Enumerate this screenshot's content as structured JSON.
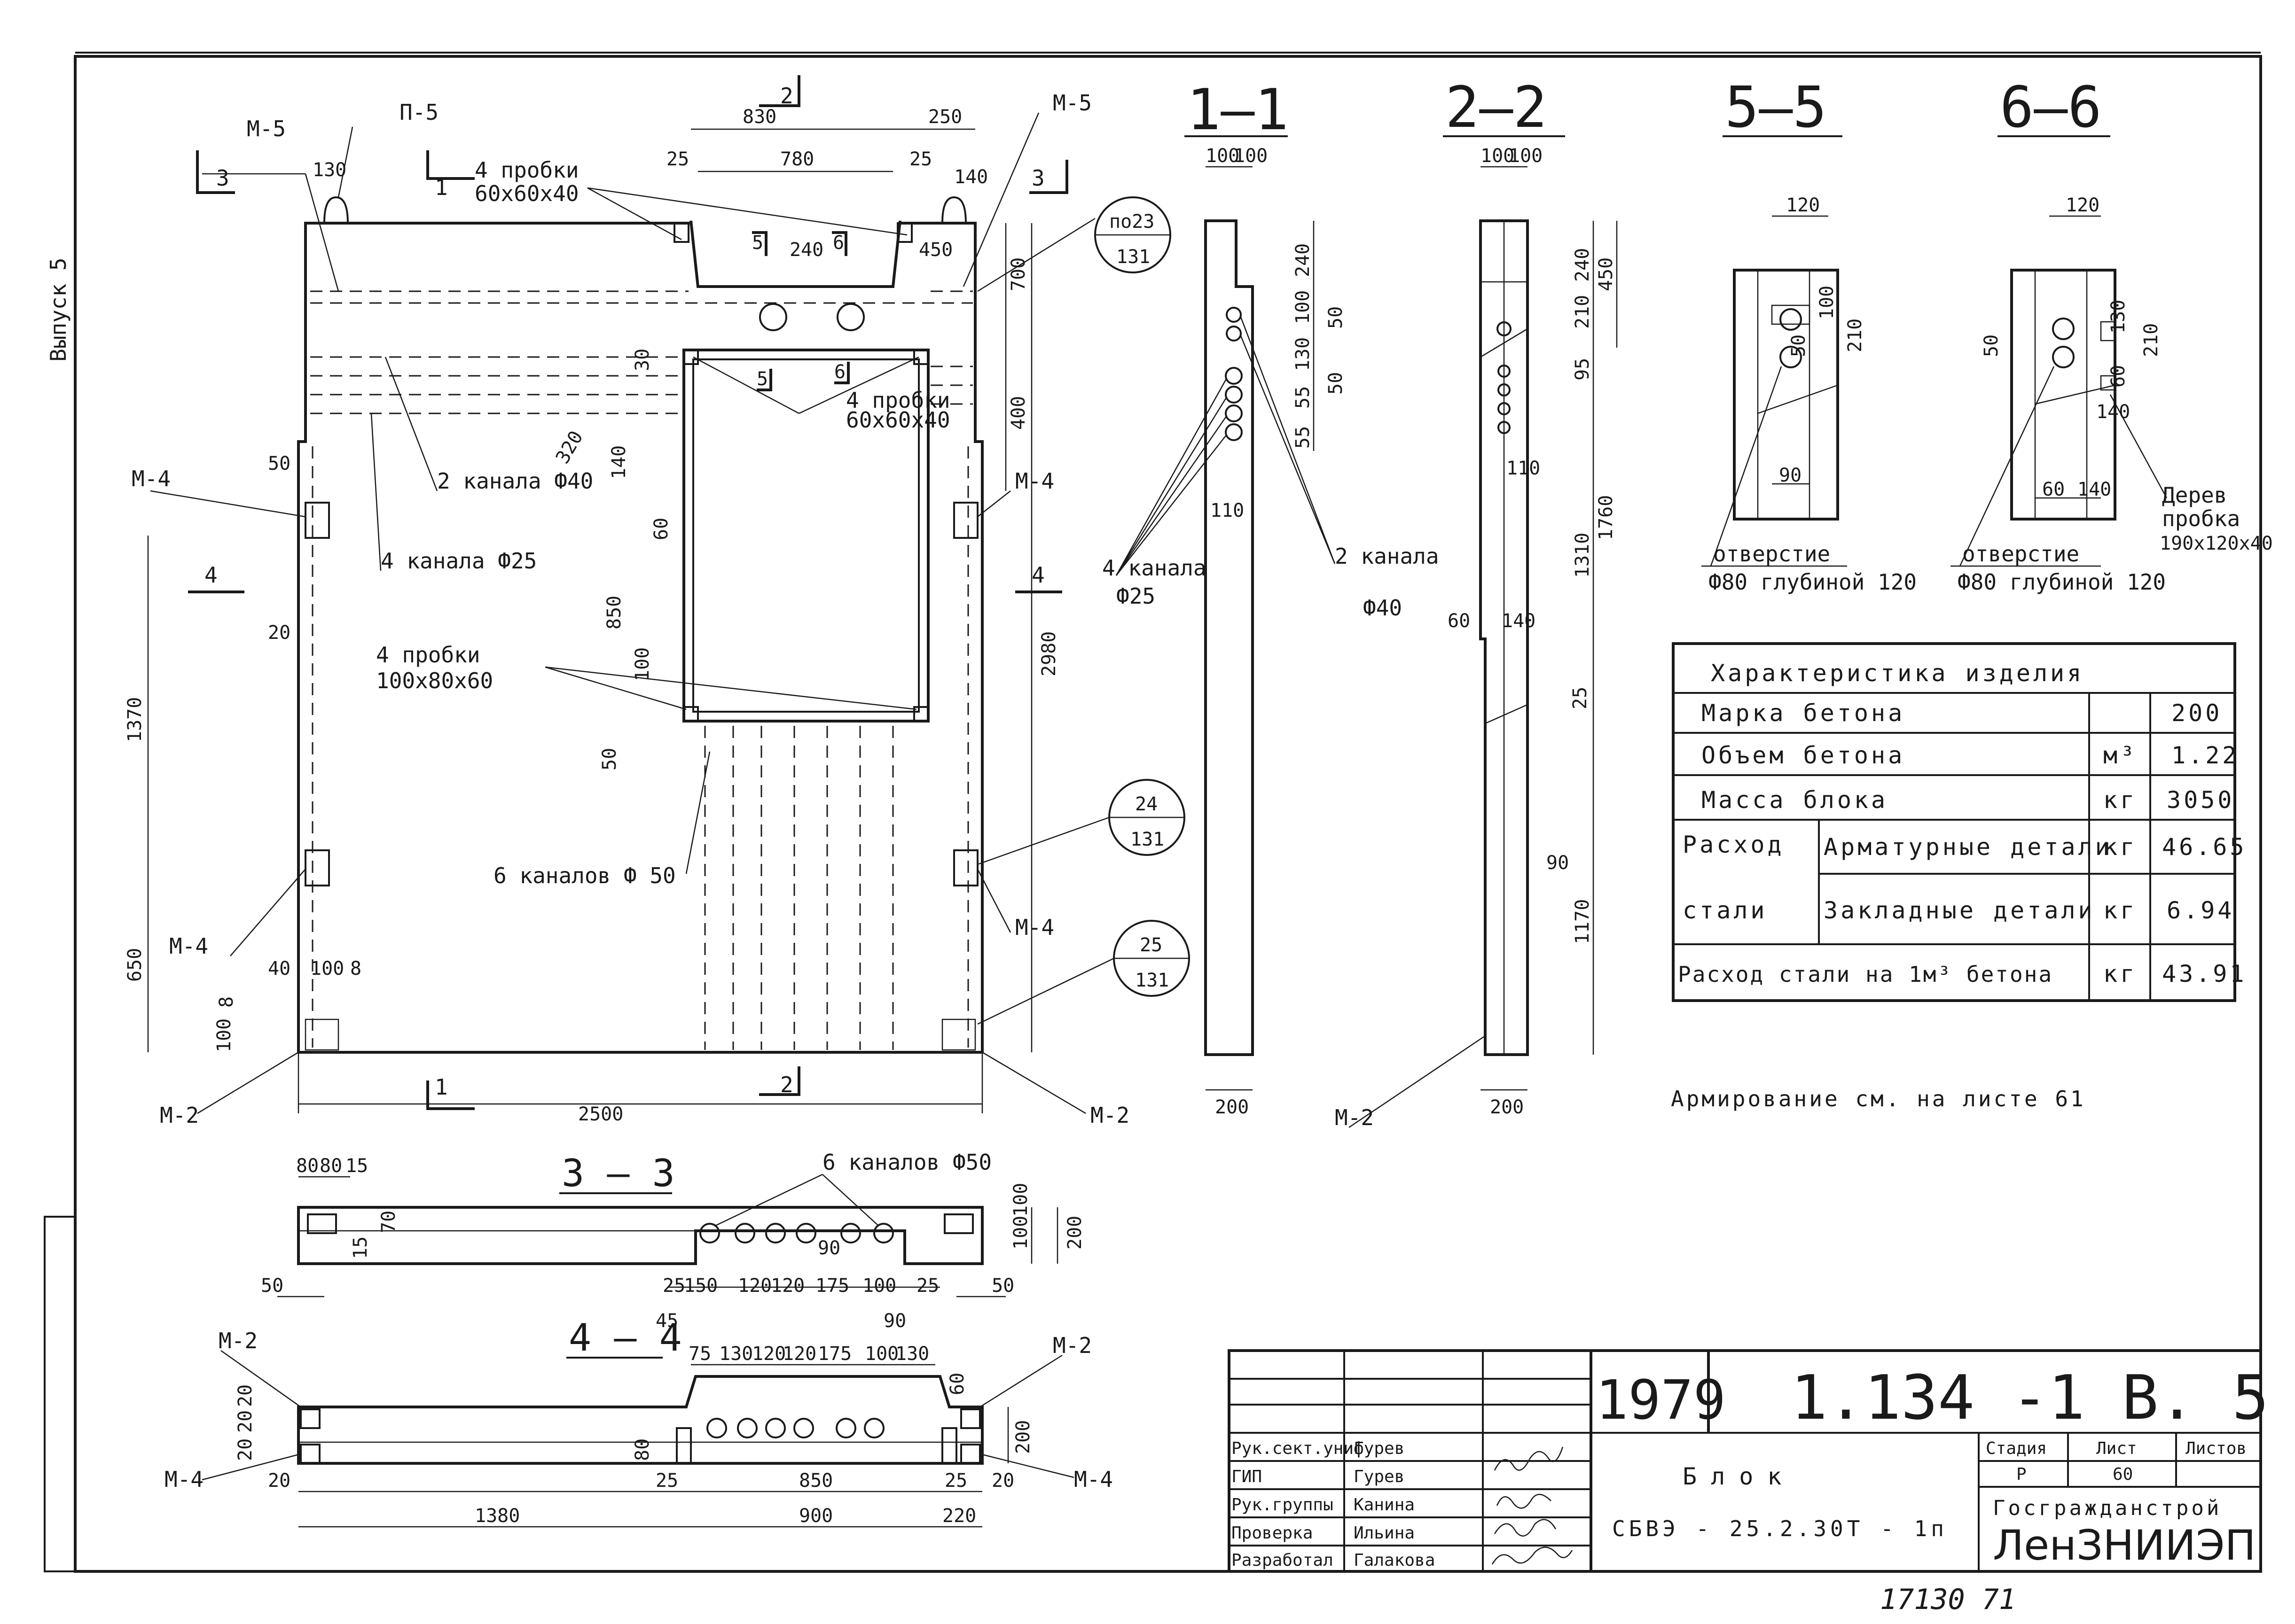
{
  "side_label": "Выпуск 5",
  "sections": {
    "s11": "1—1",
    "s22": "2—2",
    "s55": "5—5",
    "s66": "6—6",
    "s33": "3 — 3",
    "s44": "4 — 4"
  },
  "cut_marks": {
    "c1": "1",
    "c2": "2",
    "c3": "3",
    "c4": "4",
    "c5": "5",
    "c6": "6"
  },
  "elevation": {
    "dims_top": [
      "830",
      "250",
      "780",
      "25",
      "25",
      "140",
      "240",
      "450",
      "130"
    ],
    "dims_right": [
      "700",
      "400",
      "2980"
    ],
    "dims_left": [
      "1370",
      "650",
      "100",
      "8"
    ],
    "dims_bottom": [
      "2500"
    ],
    "dims_misc": [
      "50",
      "20",
      "40",
      "100",
      "8",
      "60",
      "850",
      "100",
      "50",
      "320",
      "140",
      "30"
    ],
    "labels": {
      "m5_left": "М-5",
      "p5": "П-5",
      "m5_right": "М-5",
      "m4_a": "М-4",
      "m4_b": "М-4",
      "m4_c": "М-4",
      "m4_d": "М-4",
      "m2_left": "М-2",
      "m2_right": "М-2",
      "plugs_top": "4 пробки",
      "plugs_top_size": "60х60х40",
      "plugs_mid": "4 пробки",
      "plugs_mid_size": "60х60х40",
      "plugs_low": "4 пробки",
      "plugs_low_size": "100х80х60",
      "ch_40": "2 канала Ф40",
      "ch_25": "4 канала Ф25",
      "ch_50": "6 каналов Ф 50"
    },
    "callouts": [
      {
        "top": "по23",
        "bottom": "131"
      },
      {
        "top": "24",
        "bottom": "131"
      },
      {
        "top": "25",
        "bottom": "131"
      }
    ]
  },
  "section11": {
    "dims": [
      "100",
      "100",
      "240",
      "100",
      "130",
      "55",
      "55",
      "110",
      "50",
      "50",
      "200"
    ],
    "label_25": "4 канала",
    "label_25b": "Ф25",
    "label_40": "2 канала",
    "label_40b": "Ф40"
  },
  "section22": {
    "dims": [
      "100",
      "100",
      "240",
      "450",
      "210",
      "95",
      "110",
      "1310",
      "1760",
      "60",
      "140",
      "25",
      "90",
      "1170",
      "200"
    ],
    "m2": "М-2"
  },
  "section55": {
    "dims": [
      "120",
      "100",
      "210",
      "50",
      "90"
    ],
    "note1": "отверстие",
    "note2": "Ф80 глубиной 120"
  },
  "section66": {
    "dims": [
      "120",
      "50",
      "130",
      "210",
      "60",
      "140",
      "60",
      "140"
    ],
    "note1": "отверстие",
    "note2": "Ф80 глубиной 120",
    "plug1": "Дерев",
    "plug2": "пробка",
    "plug3": "190х120х40"
  },
  "characteristics": {
    "title": "Характеристика изделия",
    "rows": [
      {
        "label": "Марка бетона",
        "unit": "",
        "value": "200"
      },
      {
        "label": "Объем бетона",
        "unit": "м³",
        "value": "1.22"
      },
      {
        "label": "Масса блока",
        "unit": "кг",
        "value": "3050"
      }
    ],
    "steel_label1": "Расход",
    "steel_label2": "стали",
    "steel_rows": [
      {
        "label": "Арматурные детали",
        "unit": "кг",
        "value": "46.65"
      },
      {
        "label": "Закладные детали",
        "unit": "кг",
        "value": "6.94"
      }
    ],
    "per_m3": {
      "label": "Расход стали на 1м³ бетона",
      "unit": "кг",
      "value": "43.91"
    }
  },
  "reinforcement_note": "Армирование см. на листе 61",
  "plan33": {
    "dims": [
      "80",
      "80",
      "15",
      "70",
      "15",
      "50",
      "25",
      "45",
      "150",
      "120",
      "120",
      "175",
      "100",
      "25",
      "90",
      "50",
      "100",
      "100",
      "200",
      "90"
    ],
    "label": "6 каналов Ф50"
  },
  "plan44": {
    "dims_top": [
      "75",
      "130",
      "120",
      "120",
      "175",
      "100",
      "130"
    ],
    "dims_bottom": [
      "20",
      "25",
      "850",
      "25",
      "20",
      "1380",
      "900",
      "220"
    ],
    "dims_side": [
      "20",
      "20",
      "20",
      "80",
      "60",
      "200"
    ],
    "m2_left": "М-2",
    "m4_left": "М-4",
    "m2_right": "М-2",
    "m4_right": "М-4"
  },
  "stamp": {
    "year": "1979",
    "code": "1.134 -1 В. 5",
    "rows": [
      {
        "role": "Рук.сект.униф",
        "name": "Гурев"
      },
      {
        "role": "ГИП",
        "name": "Гурев"
      },
      {
        "role": "Рук.группы",
        "name": "Канина"
      },
      {
        "role": "Проверка",
        "name": "Ильина"
      },
      {
        "role": "Разработал",
        "name": "Галакова"
      }
    ],
    "block_title": "Блок",
    "block_mark": "СБВЭ - 25.2.30Т - 1п",
    "stage_h": "Стадия",
    "sheet_h": "Лист",
    "sheets_h": "Листов",
    "stage_v": "Р",
    "sheet_v": "60",
    "org1": "Госгражданстрой",
    "org2": "ЛенЗНИИЭП"
  },
  "footer": "17130  71"
}
